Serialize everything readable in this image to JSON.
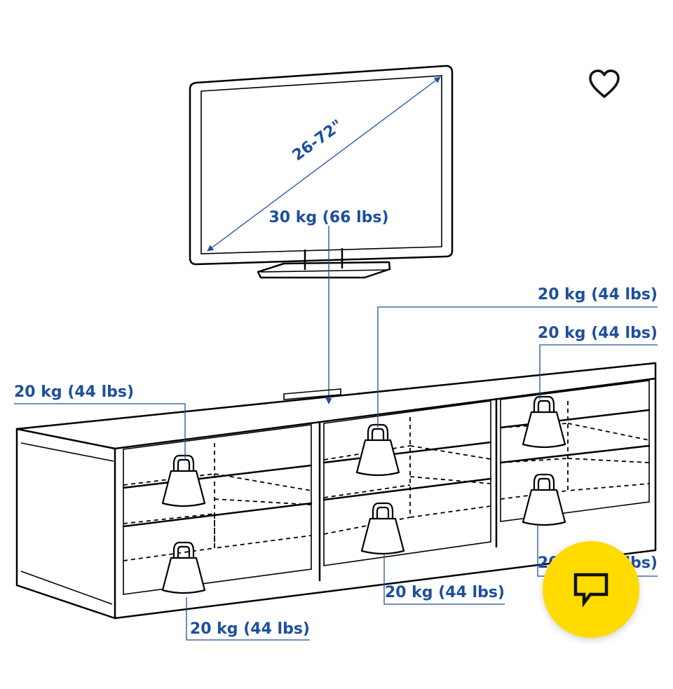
{
  "diagram": {
    "tv": {
      "size_label": "26-72\"",
      "weight_label": "30 kg (66 lbs)"
    },
    "loads": [
      {
        "id": "top-left",
        "label": "20 kg (44 lbs)"
      },
      {
        "id": "top-middle",
        "label": "20 kg (44 lbs)"
      },
      {
        "id": "top-right",
        "label": "20 kg (44 lbs)"
      },
      {
        "id": "bottom-left",
        "label": "20 kg (44 lbs)"
      },
      {
        "id": "bottom-middle",
        "label": "20 kg (44 lbs)"
      },
      {
        "id": "bottom-right",
        "label": "20 kg (44 lbs)"
      }
    ],
    "label_color": "#1d4f9c"
  },
  "actions": {
    "favorite_icon": "heart-outline-icon",
    "chat_icon": "chat-bubble-icon",
    "chat_color": "#ffdb00"
  }
}
